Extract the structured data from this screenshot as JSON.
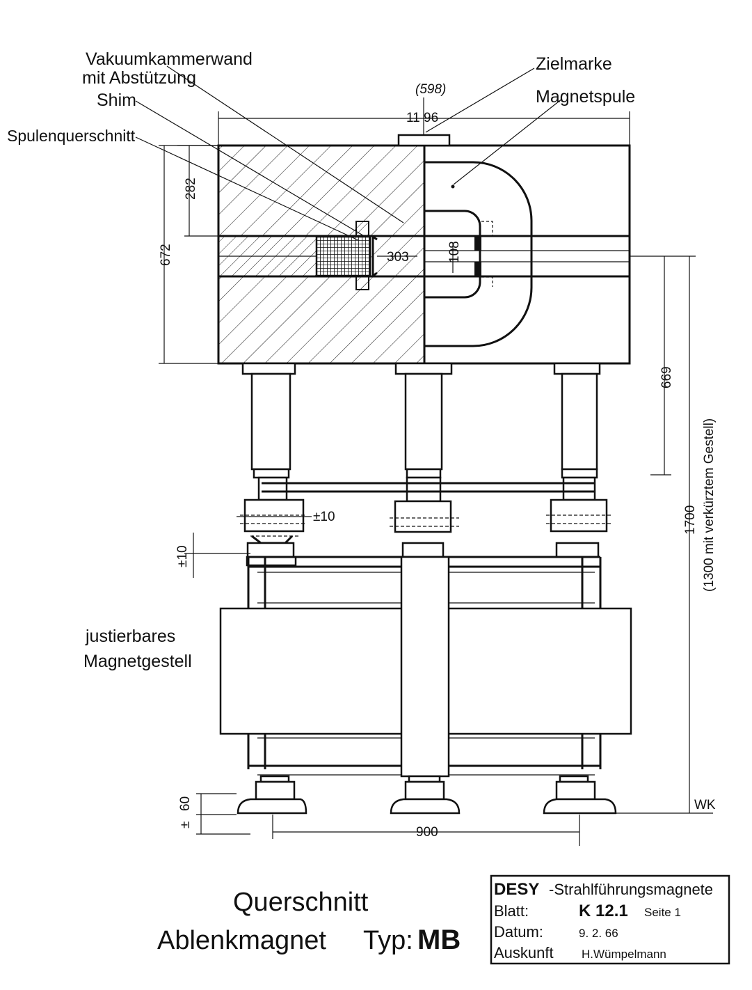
{
  "labels": {
    "vacuum_wall_line1": "Vakuumkammerwand",
    "vacuum_wall_line2": "mit Abstützung",
    "shim": "Shim",
    "coil_cross_section": "Spulenquerschnitt",
    "target_mark": "Zielmarke",
    "magnet_coil": "Magnetspule",
    "adjustable_stand_line1": "justierbares",
    "adjustable_stand_line2": "Magnetgestell"
  },
  "dimensions": {
    "top_handwritten": "(598)",
    "top_width": "11 96",
    "d282": "282",
    "d672": "672",
    "d303": "303",
    "d108": "108",
    "d669": "669",
    "d1700": "1700",
    "d1300_note": "(1300 mit verkürztem Gestell)",
    "pm10_h": "±10",
    "pm10_v": "±10",
    "d60": "60",
    "pm_small": "±",
    "d900": "900",
    "wk": "WK"
  },
  "title": {
    "line1": "Querschnitt",
    "line2_prefix": "Ablenkmagnet",
    "line2_type": "Typ:",
    "line2_code": "MB"
  },
  "title_block": {
    "org": "DESY",
    "series": "-Strahlführungsmagnete",
    "sheet_label": "Blatt:",
    "sheet_value": "K 12.1",
    "page": "Seite 1",
    "date_label": "Datum:",
    "date_value": "9. 2. 66",
    "info_label": "Auskunft",
    "info_value": "H.Wümpelmann"
  }
}
